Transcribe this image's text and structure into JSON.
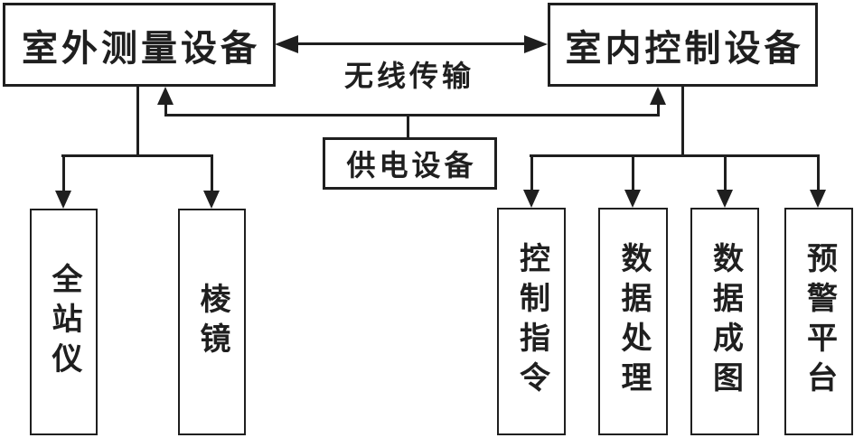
{
  "colors": {
    "ink": "#1f1f1f",
    "background": "#ffffff"
  },
  "nodes": {
    "outdoor_device": "室外测量设备",
    "indoor_device": "室内控制设备",
    "power_device": "供电设备",
    "total_station": "全站仪",
    "prism": "棱镜",
    "control_command": "控制指令",
    "data_processing": "数据处理",
    "data_mapping": "数据成图",
    "warning_platform": "预警平台"
  },
  "edges": {
    "wireless_link_label": "无线传输"
  }
}
